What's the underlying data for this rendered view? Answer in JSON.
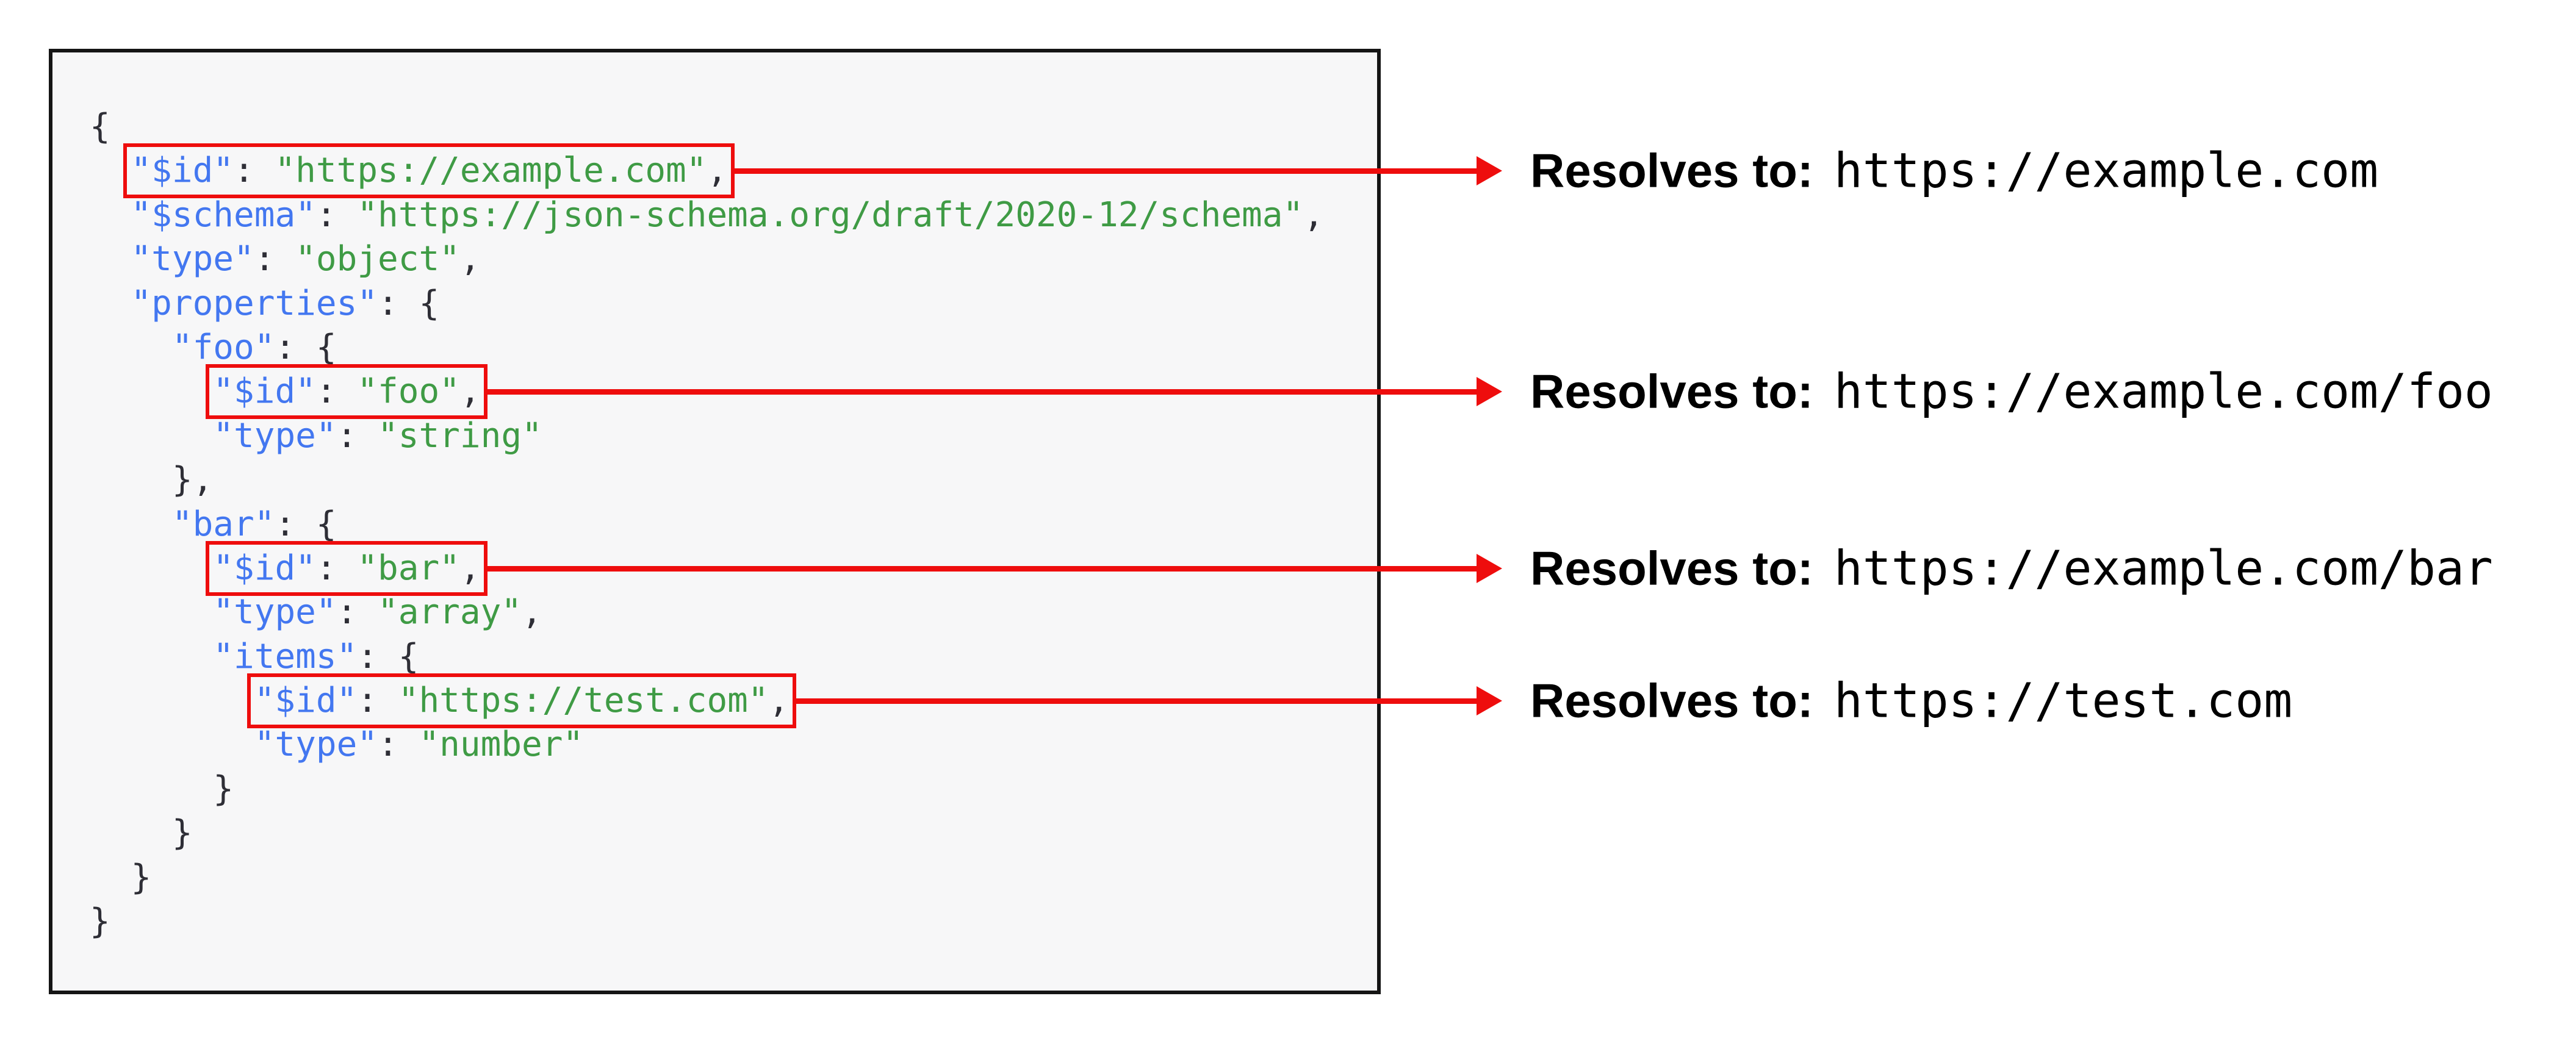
{
  "colors": {
    "key_blue": "#4377f0",
    "string_green": "#3f9b45",
    "punctuation_dark": "#2e2e36",
    "highlight_red": "#ee0d0d",
    "panel_border_black": "#151515",
    "panel_background": "#f7f7f8",
    "page_background": "#ffffff",
    "annotation_text": "#000000"
  },
  "code": {
    "language": "json",
    "lines": [
      {
        "indent": 0,
        "tokens": [
          {
            "type": "punc",
            "text": "{"
          }
        ]
      },
      {
        "indent": 2,
        "highlight": 0,
        "tokens": [
          {
            "type": "key",
            "text": "\"$id\""
          },
          {
            "type": "punc",
            "text": ": "
          },
          {
            "type": "string",
            "text": "\"https://example.com\""
          },
          {
            "type": "punc",
            "text": ","
          }
        ]
      },
      {
        "indent": 2,
        "tokens": [
          {
            "type": "key",
            "text": "\"$schema\""
          },
          {
            "type": "punc",
            "text": ": "
          },
          {
            "type": "string",
            "text": "\"https://json-schema.org/draft/2020-12/schema\""
          },
          {
            "type": "punc",
            "text": ","
          }
        ]
      },
      {
        "indent": 2,
        "tokens": [
          {
            "type": "key",
            "text": "\"type\""
          },
          {
            "type": "punc",
            "text": ": "
          },
          {
            "type": "string",
            "text": "\"object\""
          },
          {
            "type": "punc",
            "text": ","
          }
        ]
      },
      {
        "indent": 2,
        "tokens": [
          {
            "type": "key",
            "text": "\"properties\""
          },
          {
            "type": "punc",
            "text": ": {"
          }
        ]
      },
      {
        "indent": 4,
        "tokens": [
          {
            "type": "key",
            "text": "\"foo\""
          },
          {
            "type": "punc",
            "text": ": {"
          }
        ]
      },
      {
        "indent": 6,
        "highlight": 1,
        "tokens": [
          {
            "type": "key",
            "text": "\"$id\""
          },
          {
            "type": "punc",
            "text": ": "
          },
          {
            "type": "string",
            "text": "\"foo\""
          },
          {
            "type": "punc",
            "text": ","
          }
        ]
      },
      {
        "indent": 6,
        "tokens": [
          {
            "type": "key",
            "text": "\"type\""
          },
          {
            "type": "punc",
            "text": ": "
          },
          {
            "type": "string",
            "text": "\"string\""
          }
        ]
      },
      {
        "indent": 4,
        "tokens": [
          {
            "type": "punc",
            "text": "},"
          }
        ]
      },
      {
        "indent": 4,
        "tokens": [
          {
            "type": "key",
            "text": "\"bar\""
          },
          {
            "type": "punc",
            "text": ": {"
          }
        ]
      },
      {
        "indent": 6,
        "highlight": 2,
        "tokens": [
          {
            "type": "key",
            "text": "\"$id\""
          },
          {
            "type": "punc",
            "text": ": "
          },
          {
            "type": "string",
            "text": "\"bar\""
          },
          {
            "type": "punc",
            "text": ","
          }
        ]
      },
      {
        "indent": 6,
        "tokens": [
          {
            "type": "key",
            "text": "\"type\""
          },
          {
            "type": "punc",
            "text": ": "
          },
          {
            "type": "string",
            "text": "\"array\""
          },
          {
            "type": "punc",
            "text": ","
          }
        ]
      },
      {
        "indent": 6,
        "tokens": [
          {
            "type": "key",
            "text": "\"items\""
          },
          {
            "type": "punc",
            "text": ": {"
          }
        ]
      },
      {
        "indent": 8,
        "highlight": 3,
        "tokens": [
          {
            "type": "key",
            "text": "\"$id\""
          },
          {
            "type": "punc",
            "text": ": "
          },
          {
            "type": "string",
            "text": "\"https://test.com\""
          },
          {
            "type": "punc",
            "text": ","
          }
        ]
      },
      {
        "indent": 8,
        "tokens": [
          {
            "type": "key",
            "text": "\"type\""
          },
          {
            "type": "punc",
            "text": ": "
          },
          {
            "type": "string",
            "text": "\"number\""
          }
        ]
      },
      {
        "indent": 6,
        "tokens": [
          {
            "type": "punc",
            "text": "}"
          }
        ]
      },
      {
        "indent": 4,
        "tokens": [
          {
            "type": "punc",
            "text": "}"
          }
        ]
      },
      {
        "indent": 2,
        "tokens": [
          {
            "type": "punc",
            "text": "}"
          }
        ]
      },
      {
        "indent": 0,
        "tokens": [
          {
            "type": "punc",
            "text": "}"
          }
        ]
      }
    ]
  },
  "annotations": [
    {
      "label": "Resolves to:",
      "url": "https://example.com"
    },
    {
      "label": "Resolves to:",
      "url": "https://example.com/foo"
    },
    {
      "label": "Resolves to:",
      "url": "https://example.com/bar"
    },
    {
      "label": "Resolves to:",
      "url": "https://test.com"
    }
  ]
}
